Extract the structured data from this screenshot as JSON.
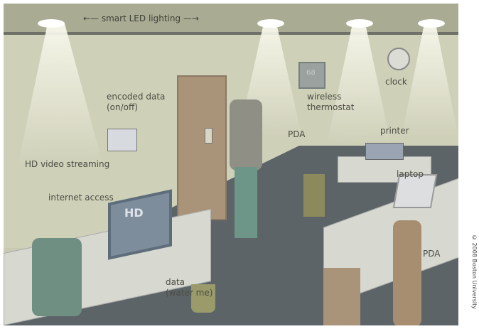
{
  "title": "smart LED lighting",
  "labels": {
    "smart_led": "←— smart LED lighting —→",
    "encoded_data_1": "encoded data",
    "encoded_data_2": "(on/off)",
    "hd_video": "HD video streaming",
    "internet": "internet access",
    "pda_center": "PDA",
    "thermostat_1": "wireless",
    "thermostat_2": "thermostat",
    "clock": "clock",
    "printer": "printer",
    "laptop": "laptop",
    "pda_right": "PDA",
    "data_1": "data",
    "data_2": "(water me)",
    "monitor_text": "HD",
    "thermostat_value": "68"
  },
  "copyright": "© 2008 Boston University"
}
